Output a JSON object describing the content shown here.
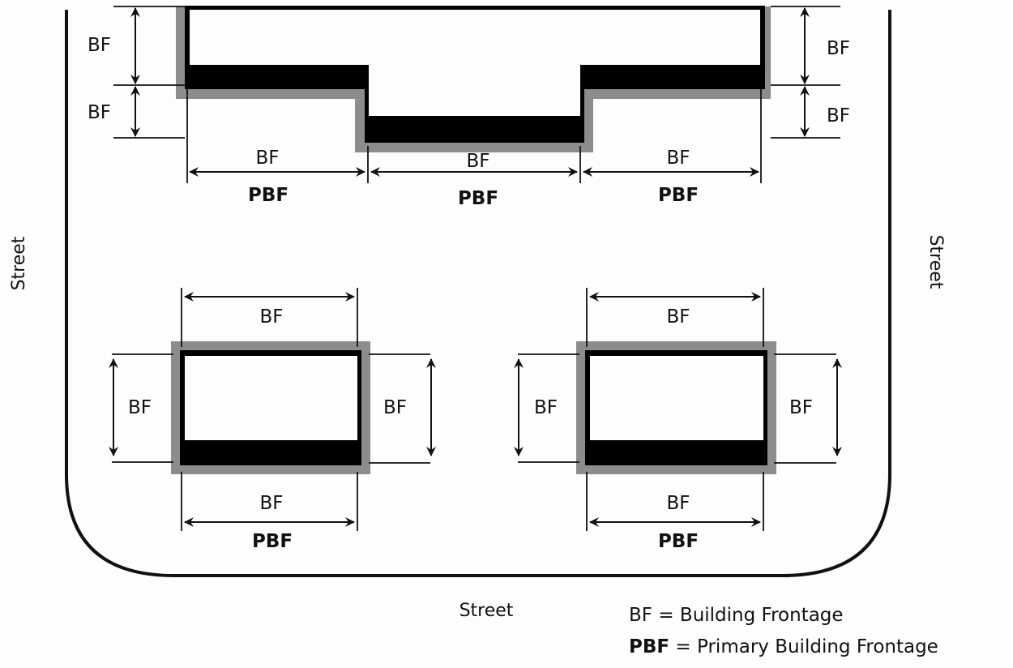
{
  "diagram": {
    "title": "Building Frontage diagram",
    "colors": {
      "background": "#fdfdfd",
      "line": "#111111",
      "frontage_band": "#000000",
      "setback_shadow": "#8c8c8c"
    },
    "streets": {
      "left": "Street",
      "right": "Street",
      "bottom": "Street"
    },
    "top_building": {
      "left_upper_dim": "BF",
      "left_lower_dim": "BF",
      "right_upper_dim": "BF",
      "right_lower_dim": "BF",
      "segments": [
        {
          "bf": "BF",
          "pbf": "PBF"
        },
        {
          "bf": "BF",
          "pbf": "PBF"
        },
        {
          "bf": "BF",
          "pbf": "PBF"
        }
      ]
    },
    "bottom_left_building": {
      "top_dim": "BF",
      "left_dim": "BF",
      "right_dim": "BF",
      "bottom_bf": "BF",
      "bottom_pbf": "PBF"
    },
    "bottom_right_building": {
      "top_dim": "BF",
      "left_dim": "BF",
      "right_dim": "BF",
      "bottom_bf": "BF",
      "bottom_pbf": "PBF"
    },
    "legend": [
      {
        "abbr": "BF",
        "bold": false,
        "sep": " = ",
        "meaning": "Building Frontage"
      },
      {
        "abbr": "PBF",
        "bold": true,
        "sep": " = ",
        "meaning": "Primary Building Frontage"
      }
    ]
  }
}
